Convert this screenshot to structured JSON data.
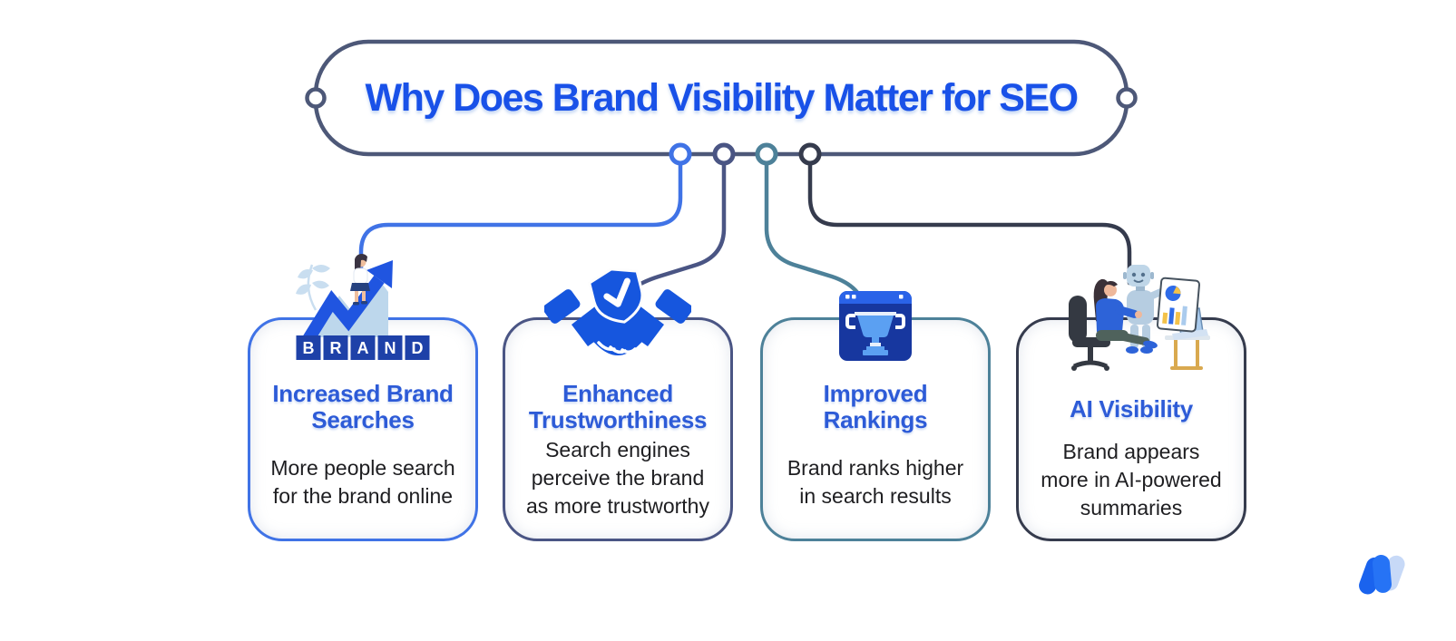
{
  "header": {
    "title": "Why Does Brand Visibility Matter for SEO",
    "text_color": "#1951e8",
    "border_color": "#4d5878"
  },
  "connectors": [
    {
      "name": "connector-increased-brand-searches",
      "color": "#4073e6"
    },
    {
      "name": "connector-enhanced-trustworthiness",
      "color": "#4a5584"
    },
    {
      "name": "connector-improved-rankings",
      "color": "#4d8199"
    },
    {
      "name": "connector-ai-visibility",
      "color": "#353b4d"
    }
  ],
  "cards": [
    {
      "icon": "brand-growth-arrow-illustration",
      "brand_letters": [
        "B",
        "R",
        "A",
        "N",
        "D"
      ],
      "title_lines": [
        "Increased Brand",
        "Searches"
      ],
      "description_lines": [
        "More people search",
        "for the brand online",
        ""
      ],
      "accent_color": "#4073e6"
    },
    {
      "icon": "handshake-shield-check-icon",
      "title_lines": [
        "Enhanced",
        "Trustworthiness"
      ],
      "description_lines": [
        "Search engines",
        "perceive the brand",
        "as more trustworthy"
      ],
      "accent_color": "#4a5584"
    },
    {
      "icon": "browser-trophy-icon",
      "title_lines": [
        "Improved",
        "Rankings"
      ],
      "description_lines": [
        "Brand ranks higher",
        "in search results",
        ""
      ],
      "accent_color": "#4d8199"
    },
    {
      "icon": "robot-analyst-illustration",
      "title_lines": [
        "AI Visibility",
        ""
      ],
      "description_lines": [
        "Brand appears",
        "more in AI-powered",
        "summaries"
      ],
      "accent_color": "#353b4d"
    }
  ],
  "text_styles": {
    "card_title_color": "#2d5bd7",
    "card_body_color": "#1e1e21"
  },
  "branding": {
    "logo_icon": "w-logo-mark",
    "logo_colors": [
      "#1a63ee",
      "#2673f5",
      "#c7d9f7"
    ]
  }
}
